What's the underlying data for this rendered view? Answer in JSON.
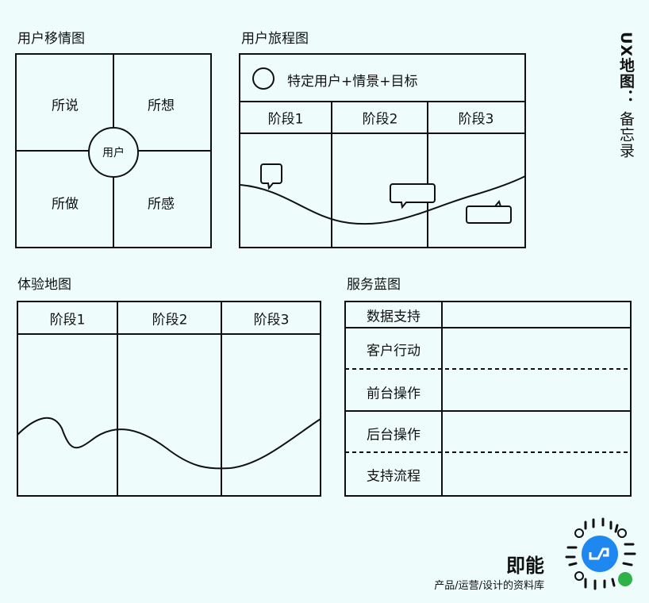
{
  "side_title": {
    "main": "UX地图：",
    "sub": "备忘录"
  },
  "empathy": {
    "title": "用户移情图",
    "center": "用户",
    "quadrants": [
      "所说",
      "所想",
      "所做",
      "所感"
    ]
  },
  "journey": {
    "title": "用户旅程图",
    "persona": "特定用户+情景+目标",
    "stages": [
      "阶段1",
      "阶段2",
      "阶段3"
    ]
  },
  "experience": {
    "title": "体验地图",
    "stages": [
      "阶段1",
      "阶段2",
      "阶段3"
    ]
  },
  "blueprint": {
    "title": "服务蓝图",
    "rows": [
      "数据支持",
      "客户行动",
      "前台操作",
      "后台操作",
      "支持流程"
    ]
  },
  "brand": {
    "name": "即能",
    "tagline": "产品/运营/设计的资料库"
  },
  "colors": {
    "background": "#eefcfc",
    "logo_blue": "#1e88f0",
    "mini_green": "#2fb24a"
  }
}
